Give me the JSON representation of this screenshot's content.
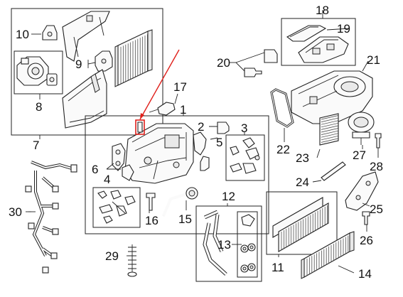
{
  "diagram": {
    "callouts": [
      "1",
      "2",
      "3",
      "4",
      "5",
      "6",
      "7",
      "8",
      "9",
      "10",
      "11",
      "12",
      "13",
      "14",
      "15",
      "16",
      "17",
      "18",
      "19",
      "20",
      "21",
      "22",
      "23",
      "24",
      "25",
      "26",
      "27",
      "28",
      "29",
      "30"
    ]
  },
  "colors": {
    "line": "#222222",
    "background": "#ffffff",
    "highlight": "#e0201b"
  }
}
